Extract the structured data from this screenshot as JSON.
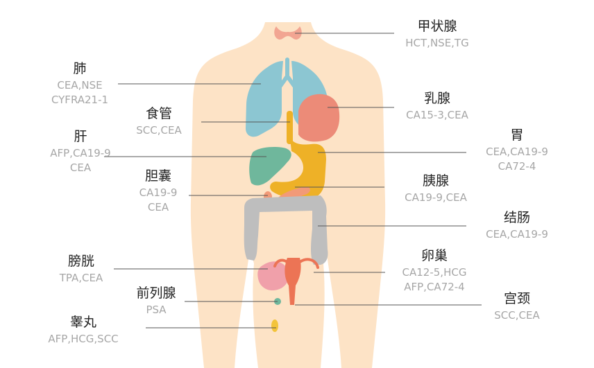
{
  "colors": {
    "body": "#fde3c6",
    "lungs": "#8cc6d2",
    "liver": "#6fb79c",
    "stomach": "#eeb127",
    "breast": "#ec8b78",
    "colon": "#bebebe",
    "bladder": "#f0a0aa",
    "uterus": "#ec7455",
    "prostate": "#6fb79c",
    "testis": "#f3c43a",
    "thyroid": "#f2a592",
    "pancreas": "#f29a78",
    "line": "#555555",
    "name_text": "#222222",
    "marker_text": "#a6a6a6"
  },
  "organs": {
    "thyroid": {
      "name": "甲状腺",
      "markers": [
        "HCT,NSE,TG"
      ]
    },
    "lung": {
      "name": "肺",
      "markers": [
        "CEA,NSE",
        "CYFRA21-1"
      ]
    },
    "breast": {
      "name": "乳腺",
      "markers": [
        "CA15-3,CEA"
      ]
    },
    "esophagus": {
      "name": "食管",
      "markers": [
        "SCC,CEA"
      ]
    },
    "stomach": {
      "name": "胃",
      "markers": [
        "CEA,CA19-9",
        "CA72-4"
      ]
    },
    "liver": {
      "name": "肝",
      "markers": [
        "AFP,CA19-9",
        "CEA"
      ]
    },
    "gallbladder": {
      "name": "胆囊",
      "markers": [
        "CA19-9",
        "CEA"
      ]
    },
    "pancreas": {
      "name": "胰腺",
      "markers": [
        "CA19-9,CEA"
      ]
    },
    "colon": {
      "name": "结肠",
      "markers": [
        "CEA,CA19-9"
      ]
    },
    "bladder": {
      "name": "膀胱",
      "markers": [
        "TPA,CEA"
      ]
    },
    "ovary": {
      "name": "卵巢",
      "markers": [
        "CA12-5,HCG",
        "AFP,CA72-4"
      ]
    },
    "prostate": {
      "name": "前列腺",
      "markers": [
        "PSA"
      ]
    },
    "cervix": {
      "name": "宫颈",
      "markers": [
        "SCC,CEA"
      ]
    },
    "testis": {
      "name": "睾丸",
      "markers": [
        "AFP,HCG,SCC"
      ]
    }
  }
}
